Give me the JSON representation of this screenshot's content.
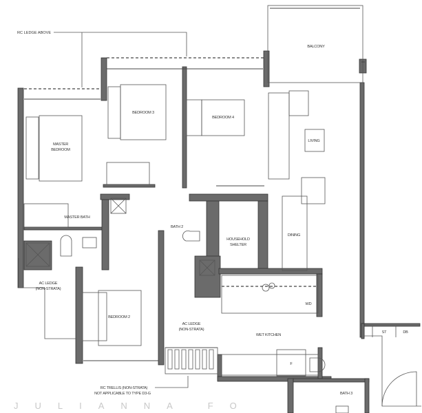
{
  "plan": {
    "rooms": {
      "balcony": "BALCONY",
      "living": "LIVING",
      "dining": "DINING",
      "master_bedroom_1": "MASTER",
      "master_bedroom_2": "BEDROOM",
      "bedroom3": "BEDROOM 3",
      "bedroom4": "BEDROOM 4",
      "bedroom2": "BEDROOM 2",
      "master_bath": "MASTER BATH",
      "bath2": "BATH 2",
      "bath3": "BATH 3",
      "shelter_1": "HOUSEHOLD",
      "shelter_2": "SHELTER",
      "wet_kitchen": "WET KITCHEN",
      "ac_ledge_left_1": "AC LEDGE",
      "ac_ledge_left_2": "(NON-STRATA)",
      "ac_ledge_mid_1": "AC LEDGE",
      "ac_ledge_mid_2": "(NON-STRATA)",
      "st": "ST",
      "db": "DB",
      "wd": "WD",
      "fridge": "F"
    },
    "annotations": {
      "rc_ledge": "RC LEDGE ABOVE",
      "trellis_1": "RC TRELLIS (NON-STRATA)",
      "trellis_2": "NOT APPLICABLE TO TYPE D3-G"
    },
    "watermark": "JULIANNA FO"
  }
}
